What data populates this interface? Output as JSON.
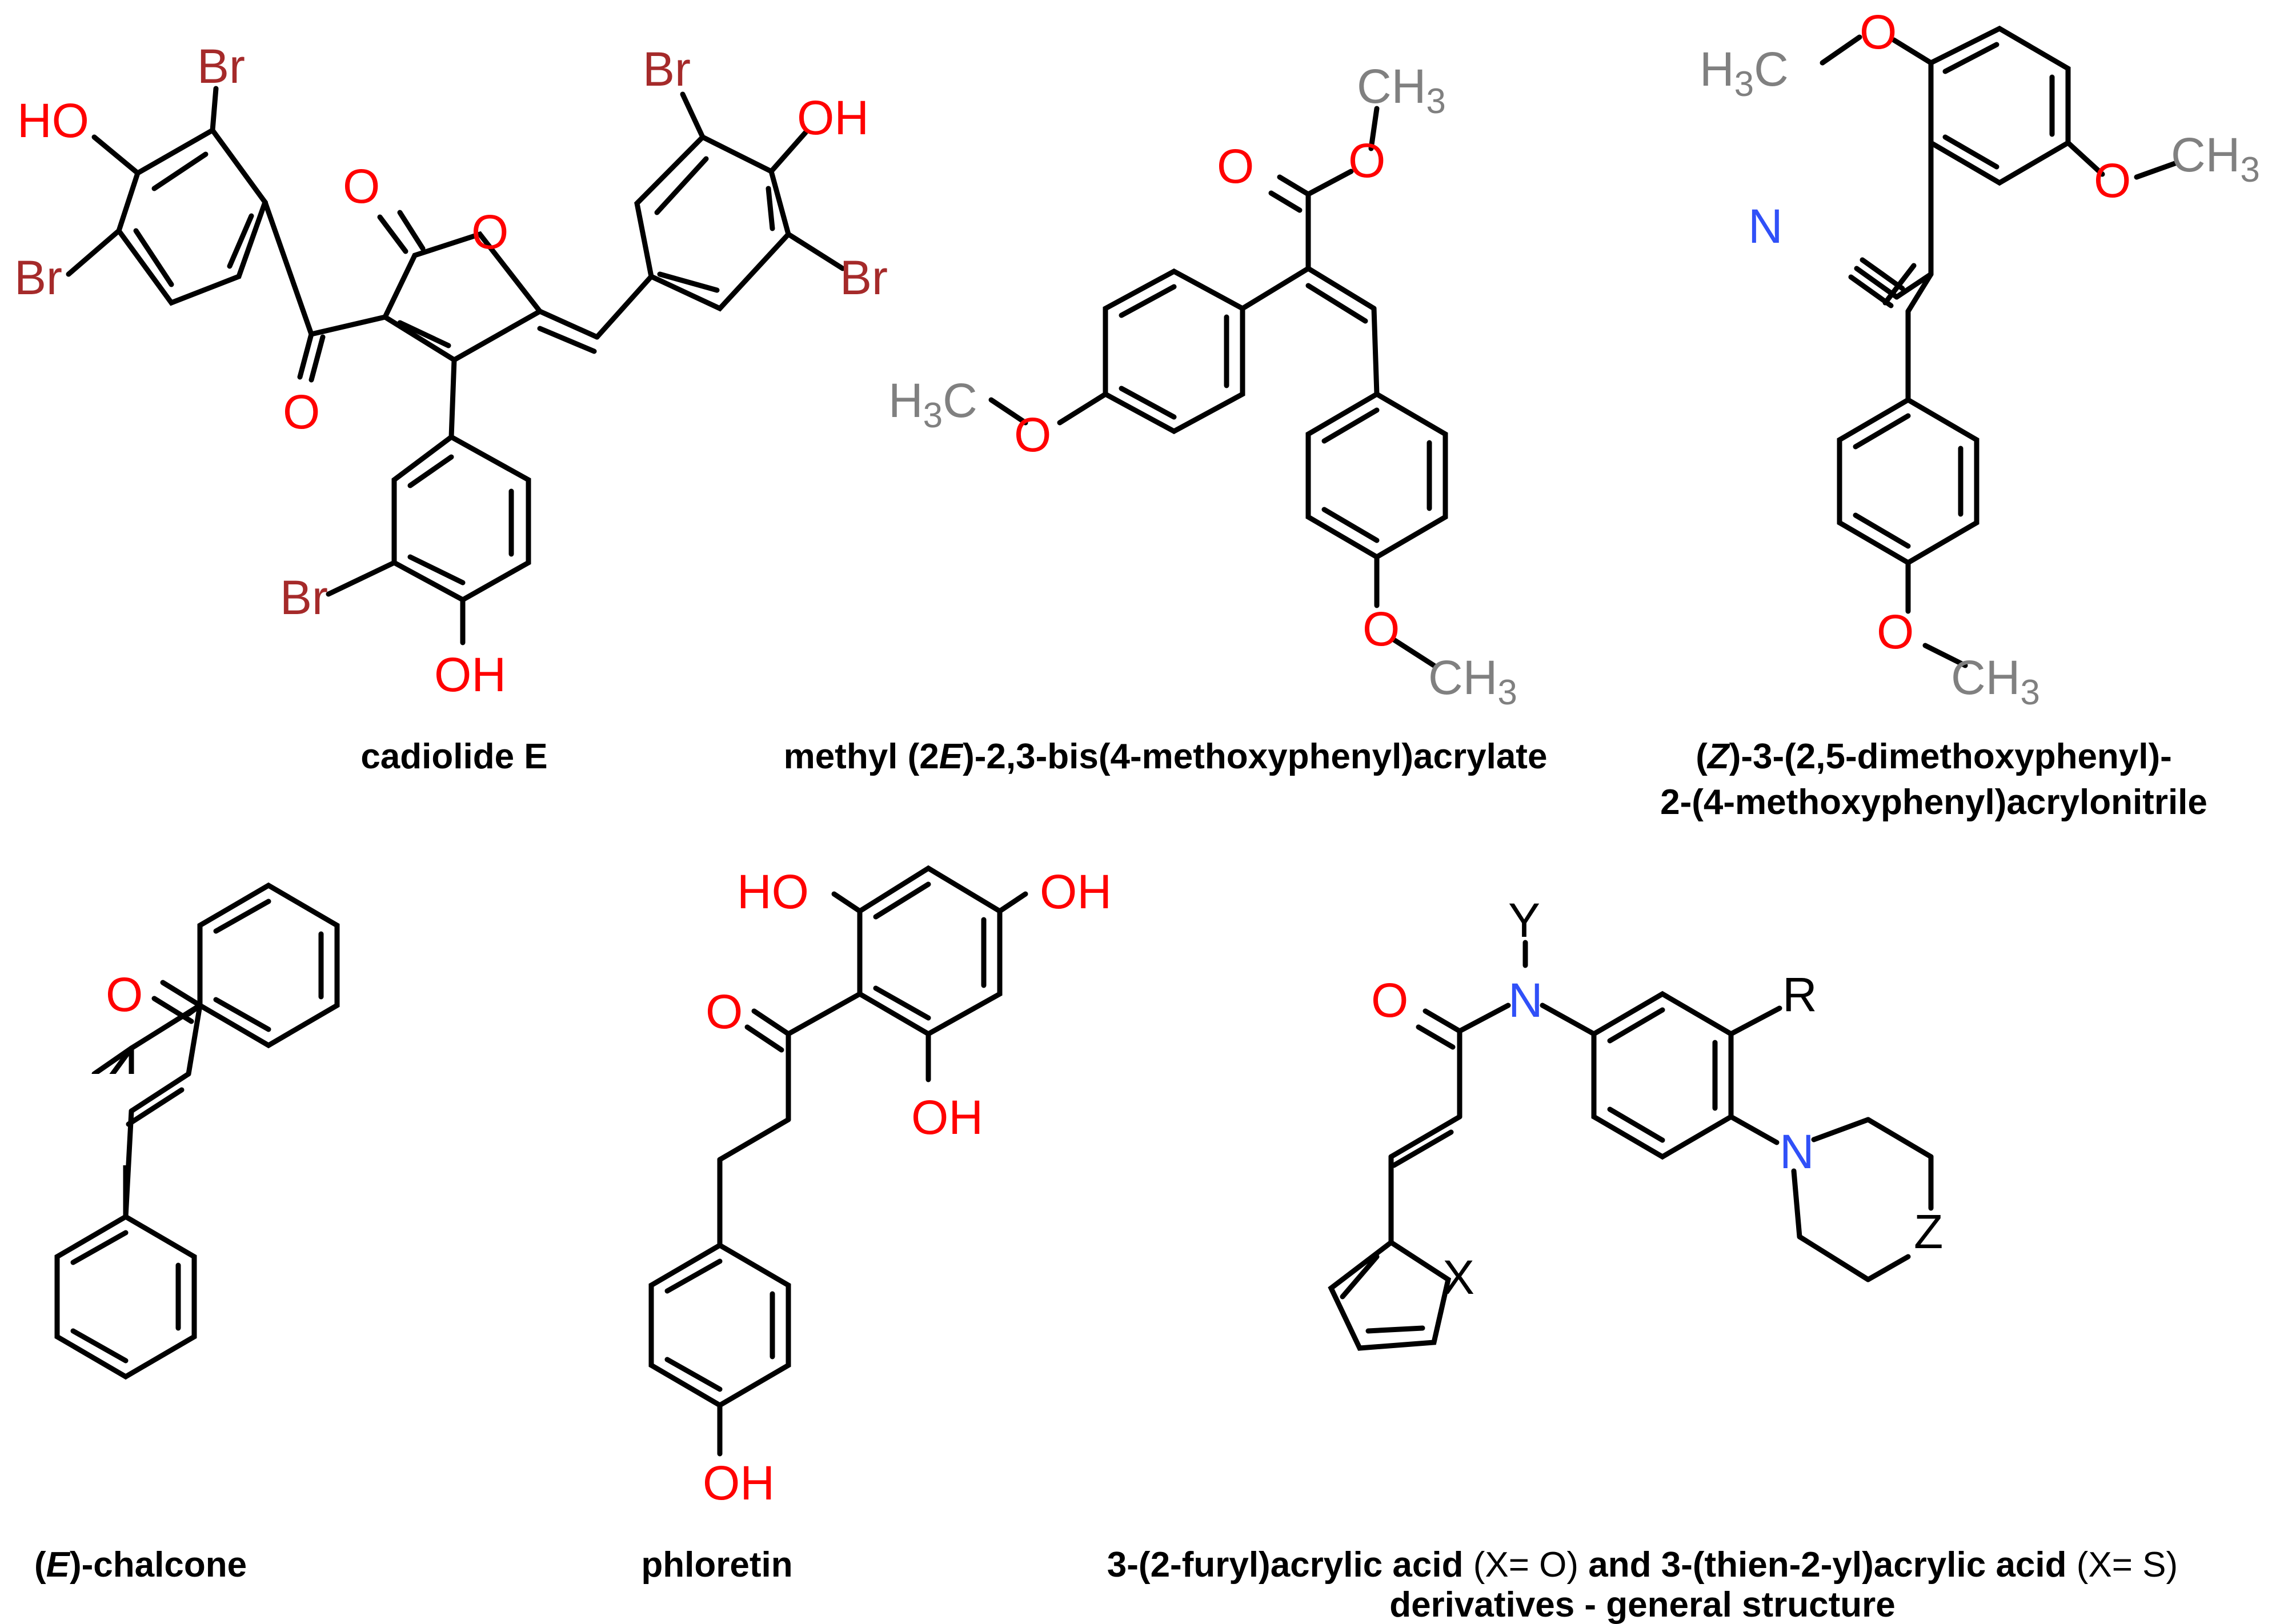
{
  "colors": {
    "bromine": "#A52A2A",
    "oxygen": "#FF0000",
    "nitrogen": "#3050F8",
    "carbon_group": "#808080",
    "generic": "#000000",
    "bond": "#000000"
  },
  "structures": [
    {
      "id": "cadiolide",
      "caption": "cadiolide E",
      "atoms": {
        "ho_left": "HO",
        "br1": "Br",
        "br2": "Br",
        "o_ring": "O",
        "o_lac": "O",
        "o_keto": "O",
        "br3": "Br",
        "oh_right": "OH",
        "br4": "Br",
        "br5": "Br",
        "oh_bottom": "OH"
      }
    },
    {
      "id": "acrylate",
      "caption_parts": [
        "methyl (2",
        "E",
        ")-2,3-bis(4-methoxyphenyl)acrylate"
      ],
      "atoms": {
        "ch3_top": "CH3",
        "o_carbonyl": "O",
        "o_ester": "O",
        "h3c_left": "H3C",
        "o_left": "O",
        "o_bottom": "O",
        "ch3_bottom": "CH3"
      }
    },
    {
      "id": "acrylonitrile",
      "caption_lines": [
        [
          "(",
          "Z",
          ")-3-(2,5-dimethoxyphenyl)-"
        ],
        [
          "2-(4-methoxyphenyl)acrylonitrile"
        ]
      ],
      "atoms": {
        "h3c_top": "H3C",
        "o_top": "O",
        "o_right": "O",
        "ch3_right": "CH3",
        "n_nitrile": "N",
        "o_bottom": "O",
        "ch3_bottom": "CH3"
      }
    },
    {
      "id": "chalcone",
      "caption_parts": [
        "(",
        "E",
        ")-chalcone"
      ],
      "atoms": {
        "o_keto": "O"
      }
    },
    {
      "id": "phloretin",
      "caption": "phloretin",
      "atoms": {
        "ho_top": "HO",
        "oh_top": "OH",
        "o_keto": "O",
        "oh_mid": "OH",
        "oh_bottom": "OH"
      }
    },
    {
      "id": "general",
      "caption_lines": [
        [
          "3-(2-furyl)acrylic acid",
          " (X= O) ",
          "and 3-(thien-2-yl)acrylic acid",
          " (X= S)"
        ],
        [
          "derivatives - general structure"
        ]
      ],
      "atoms": {
        "y": "Y",
        "o_amide": "O",
        "n_amide": "N",
        "r": "R",
        "n_ring": "N",
        "z": "Z",
        "x": "X"
      }
    }
  ]
}
